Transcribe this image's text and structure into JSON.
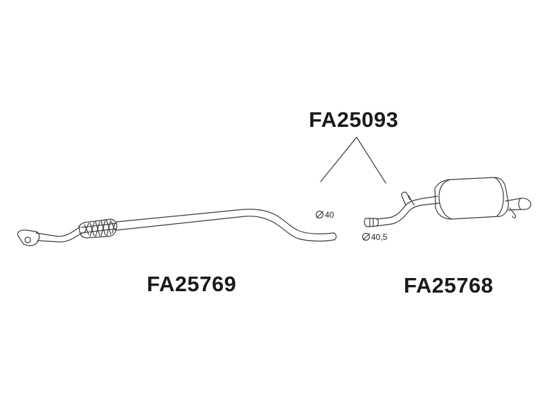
{
  "parts": {
    "gasket": {
      "code": "FA25093"
    },
    "center_pipe": {
      "code": "FA25769",
      "diameter": "40"
    },
    "rear_silencer": {
      "code": "FA25768",
      "diameter": "40,5"
    }
  },
  "colors": {
    "line": "#3a3a3a",
    "text": "#1a1a1a",
    "background": "#ffffff"
  }
}
